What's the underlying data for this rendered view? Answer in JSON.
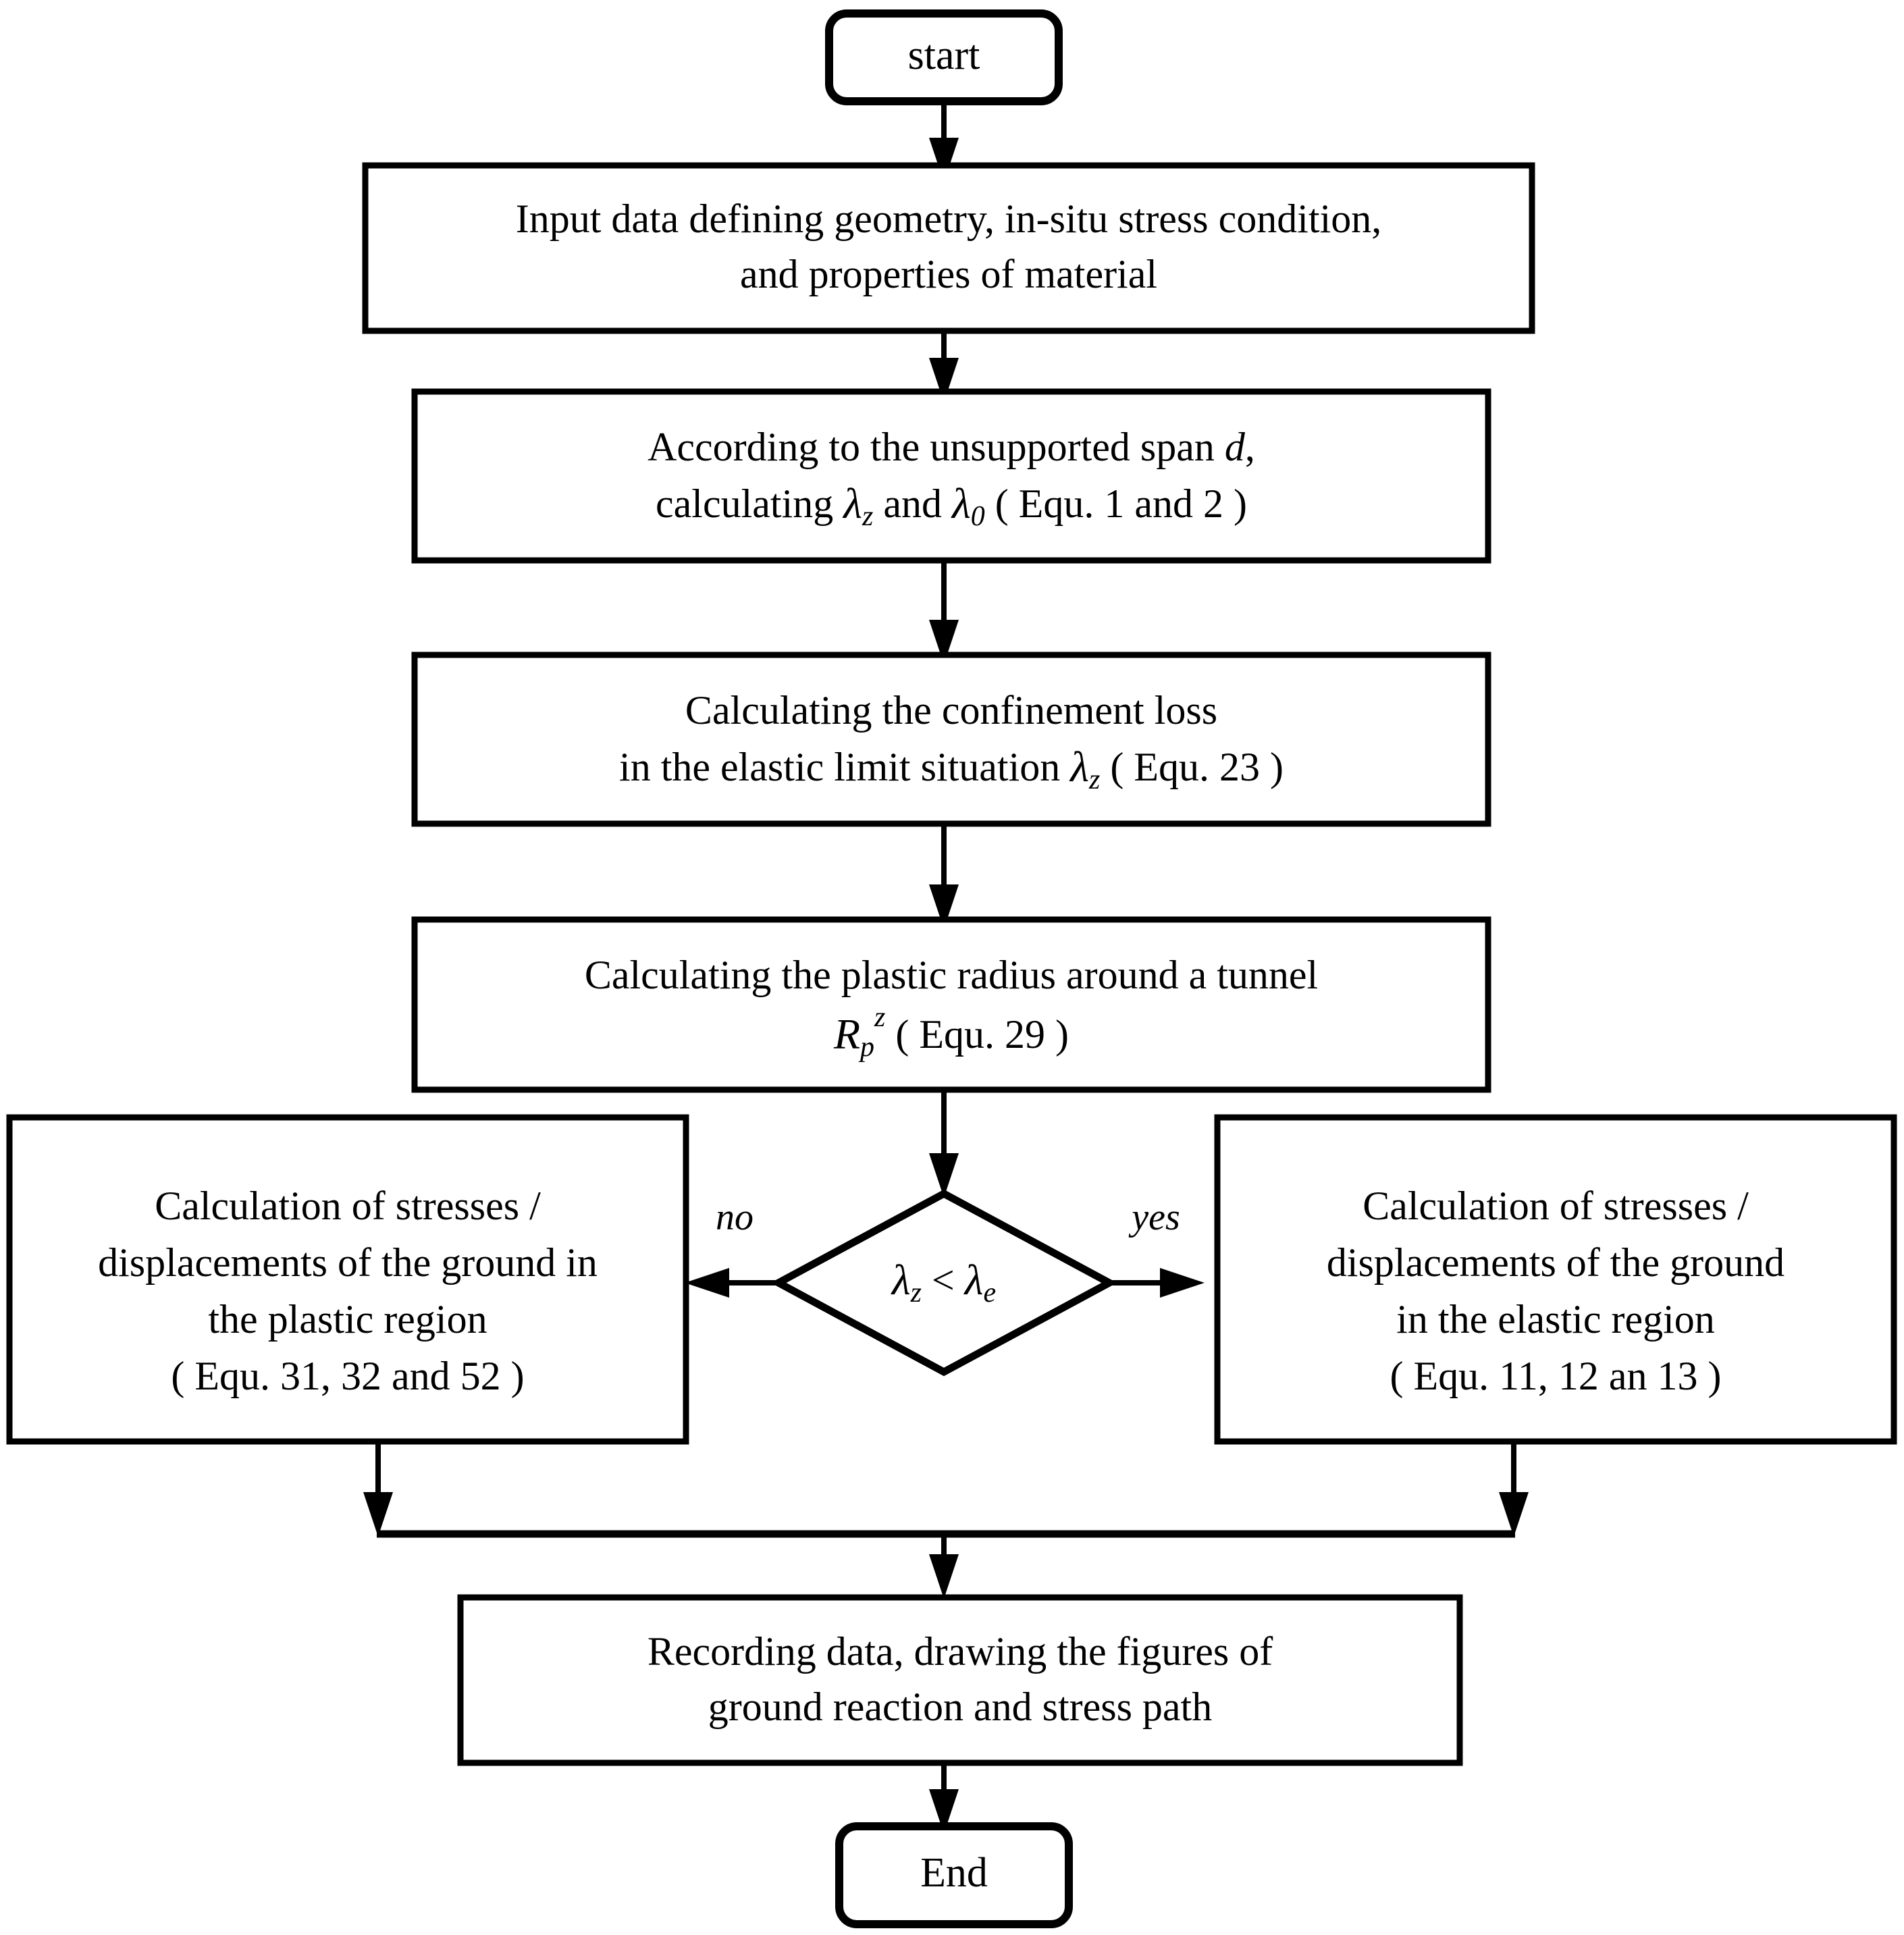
{
  "diagram": {
    "title": "Computation flowchart for tunnel confinement loss analysis",
    "background_color": "#ffffff",
    "line_color": "#000000",
    "nodes": {
      "start": {
        "shape": "rounded-rectangle",
        "label": "start"
      },
      "input_data": {
        "shape": "rectangle",
        "line1": "Input data defining geometry, in-situ stress condition,",
        "line2": "and properties of material"
      },
      "unsupported_span": {
        "shape": "rectangle",
        "line1_pre": "According to the unsupported span ",
        "line1_var": "d",
        "line1_post": ",",
        "line2_pre": "calculating ",
        "line2_sym1": "λ",
        "line2_sub1": "z",
        "line2_mid": "  and ",
        "line2_sym2": "λ",
        "line2_sub2": "0",
        "line2_post": "  ( Equ. 1 and 2 )"
      },
      "confinement_loss": {
        "shape": "rectangle",
        "line1": "Calculating the confinement loss",
        "line2_pre": "in the elastic limit situation ",
        "line2_sym": "λ",
        "line2_sub": "z",
        "line2_post": "  ( Equ. 23 )"
      },
      "plastic_radius": {
        "shape": "rectangle",
        "line1": "Calculating the plastic radius around a tunnel",
        "line2_sym": "R",
        "line2_sub": "p",
        "line2_sup": "z",
        "line2_post": "  ( Equ. 29 )"
      },
      "decision": {
        "shape": "diamond",
        "sym_left": "λ",
        "sub_left": "z",
        "operator": " < ",
        "sym_right": "λ",
        "sub_right": "e",
        "label_no": "no",
        "label_yes": "yes"
      },
      "plastic_branch": {
        "shape": "rectangle",
        "line1": "Calculation of  stresses /",
        "line2": "displacements of the ground in",
        "line3": "the plastic region",
        "line4": "( Equ. 31, 32 and 52 )"
      },
      "elastic_branch": {
        "shape": "rectangle",
        "line1": "Calculation of stresses /",
        "line2": "displacements of the ground",
        "line3": "in the elastic region",
        "line4": "( Equ. 11, 12 an 13 )"
      },
      "recording": {
        "shape": "rectangle",
        "line1": "Recording data, drawing the figures of",
        "line2": "ground reaction and stress path"
      },
      "end": {
        "shape": "rounded-rectangle",
        "label": "End"
      }
    },
    "edges": [
      {
        "from": "start",
        "to": "input_data",
        "label": ""
      },
      {
        "from": "input_data",
        "to": "unsupported_span",
        "label": ""
      },
      {
        "from": "unsupported_span",
        "to": "confinement_loss",
        "label": ""
      },
      {
        "from": "confinement_loss",
        "to": "plastic_radius",
        "label": ""
      },
      {
        "from": "plastic_radius",
        "to": "decision",
        "label": ""
      },
      {
        "from": "decision",
        "to": "plastic_branch",
        "label": "no"
      },
      {
        "from": "decision",
        "to": "elastic_branch",
        "label": "yes"
      },
      {
        "from": "plastic_branch",
        "to": "recording",
        "label": ""
      },
      {
        "from": "elastic_branch",
        "to": "recording",
        "label": ""
      },
      {
        "from": "recording",
        "to": "end",
        "label": ""
      }
    ]
  }
}
